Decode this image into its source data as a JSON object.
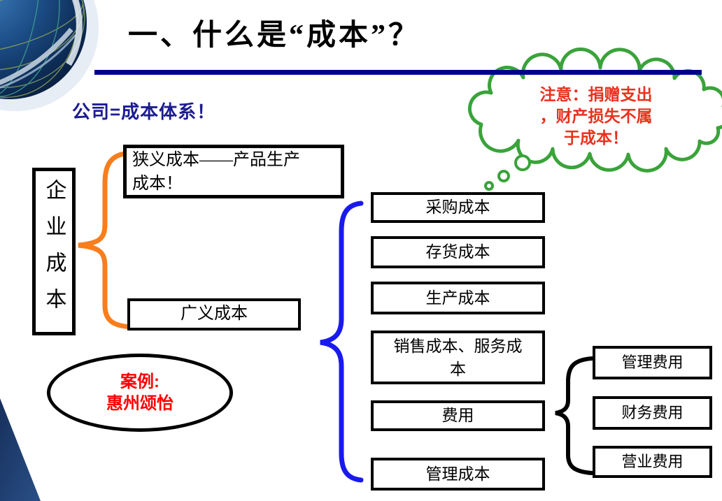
{
  "header": {
    "title": "一、什么是“成本”？"
  },
  "intro": {
    "subtitle": "公司=成本体系！"
  },
  "note_cloud": {
    "lines": [
      "注意：捐赠支出",
      "，财产损失不属",
      "于成本！"
    ]
  },
  "tree": {
    "root": "企业成本",
    "narrow": {
      "line1": "狭义成本——产品生产",
      "line2": "成本！"
    },
    "broad": "广义成本",
    "broad_children": {
      "purchase": "采购成本",
      "inventory": "存货成本",
      "production": "生产成本",
      "sales_line1": "销售成本、服务成",
      "sales_line2": "本",
      "expense": "费用",
      "management": "管理成本"
    },
    "expense_children": {
      "admin": "管理费用",
      "finance": "财务费用",
      "operating": "营业费用"
    }
  },
  "case": {
    "line1": "案例:",
    "line2": "惠州颂怡"
  },
  "colors": {
    "title_rule_blue": "#00008B",
    "subtitle_blue": "#1C1C90",
    "brace_orange": "#F87E1D",
    "brace_blue": "#1A1AEE",
    "cloud_green": "#3AA33A",
    "note_red": "#E8321E",
    "case_red": "#FF0000",
    "corner_navy": "#1B3663"
  }
}
